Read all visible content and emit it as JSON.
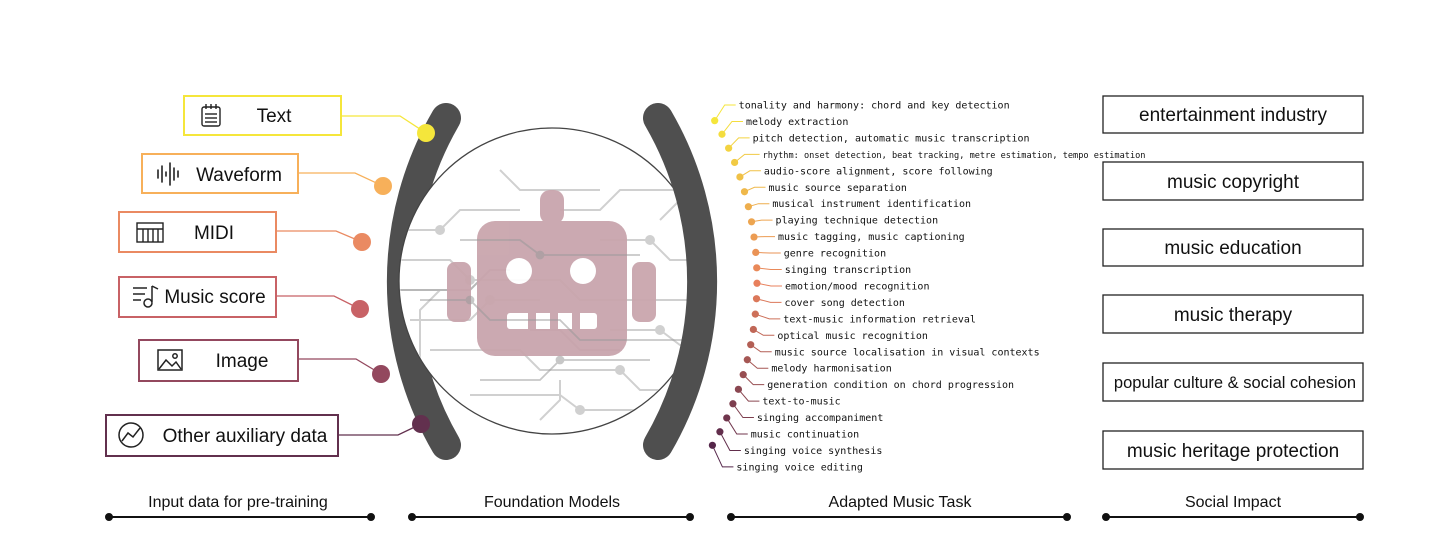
{
  "inputs": [
    {
      "label": "Text",
      "icon": "notepad-icon",
      "color": "#f5e63b"
    },
    {
      "label": "Waveform",
      "icon": "waveform-icon",
      "color": "#f7b05a"
    },
    {
      "label": "MIDI",
      "icon": "piano-keys-icon",
      "color": "#ea8a62"
    },
    {
      "label": "Music score",
      "icon": "music-score-icon",
      "color": "#c86266"
    },
    {
      "label": "Image",
      "icon": "image-icon",
      "color": "#93485e"
    },
    {
      "label": "Other auxiliary data",
      "icon": "trend-chart-icon",
      "color": "#62304e"
    }
  ],
  "tasks": [
    "tonality and harmony: chord and key detection",
    "melody extraction",
    "pitch detection, automatic music transcription",
    "rhythm: onset detection, beat tracking, metre estimation, tempo estimation",
    "audio-score alignment, score following",
    "music source separation",
    "musical instrument identification",
    "playing technique detection",
    "music tagging, music captioning",
    "genre recognition",
    "singing transcription",
    "emotion/mood recognition",
    "cover song detection",
    "text-music information retrieval",
    "optical music recognition",
    "music source localisation in visual contexts",
    "melody harmonisation",
    "generation condition on chord progression",
    "text-to-music",
    "singing accompaniment",
    "music continuation",
    "singing voice synthesis",
    "singing voice editing"
  ],
  "impacts": [
    "entertainment industry",
    "music copyright",
    "music education",
    "music therapy",
    "popular culture & social cohesion",
    "music heritage protection"
  ],
  "sections": {
    "input": "Input data for pre-training",
    "foundation": "Foundation Models",
    "adapted": "Adapted Music Task",
    "social": "Social Impact"
  },
  "colors": {
    "arc": "#4f4f4f",
    "robot": "#c9a5ad",
    "circuit": "#cfcfcf",
    "task_gradient_start": "#f5e63b",
    "task_gradient_mid": "#e8805c",
    "task_gradient_end": "#55264a"
  }
}
